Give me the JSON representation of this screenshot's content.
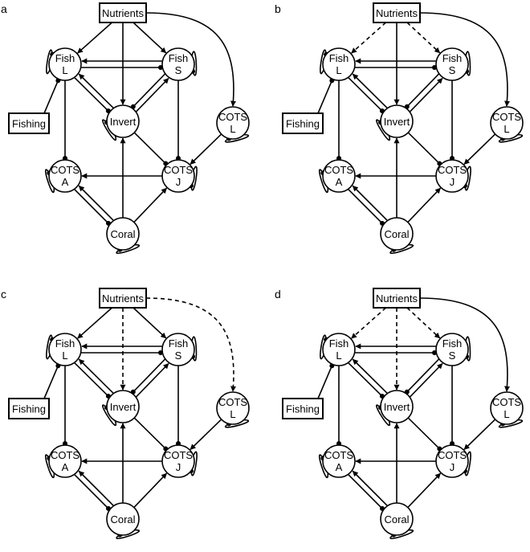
{
  "panels": [
    {
      "letter": "a",
      "dashed": []
    },
    {
      "letter": "b",
      "dashed": [
        "nutrients-fishl",
        "nutrients-fishs"
      ]
    },
    {
      "letter": "c",
      "dashed": [
        "nutrients-invert",
        "nutrients-cotsl"
      ]
    },
    {
      "letter": "d",
      "dashed": [
        "nutrients-fishl",
        "nutrients-fishs",
        "nutrients-invert"
      ]
    }
  ],
  "nodes": {
    "nutrients": "Nutrients",
    "fishing": "Fishing",
    "fish_l": [
      "Fish",
      "L"
    ],
    "fish_s": [
      "Fish",
      "S"
    ],
    "invert": "Invert",
    "cots_l": [
      "COTS",
      "L"
    ],
    "cots_a": [
      "COTS",
      "A"
    ],
    "cots_j": [
      "COTS",
      "J"
    ],
    "coral": "Coral"
  },
  "colors": {
    "stroke": "#000000",
    "fill": "#ffffff"
  }
}
